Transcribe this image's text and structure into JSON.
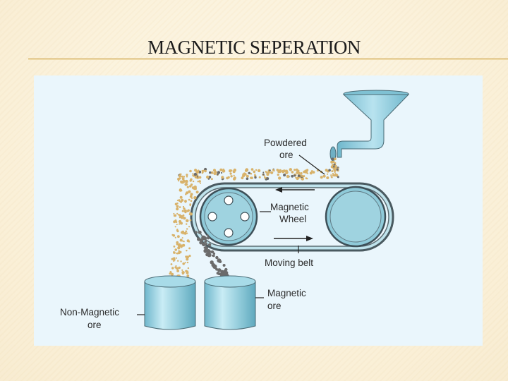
{
  "slide": {
    "title": "MAGNETIC SEPERATION"
  },
  "diagram": {
    "labels": {
      "powdered_ore": [
        "Powdered",
        "ore"
      ],
      "magnetic_wheel": [
        "Magnetic",
        "Wheel"
      ],
      "moving_belt": "Moving belt",
      "magnetic_ore": [
        "Magnetic",
        "ore"
      ],
      "non_magnetic_ore": [
        "Non-Magnetic",
        "ore"
      ]
    },
    "colors": {
      "background": "#eaf6fc",
      "equipment": "#8fcad9",
      "outline": "#4a5a60",
      "non_magnetic_particles": "#d8b26a",
      "magnetic_particles": "#6b6b6b"
    }
  }
}
